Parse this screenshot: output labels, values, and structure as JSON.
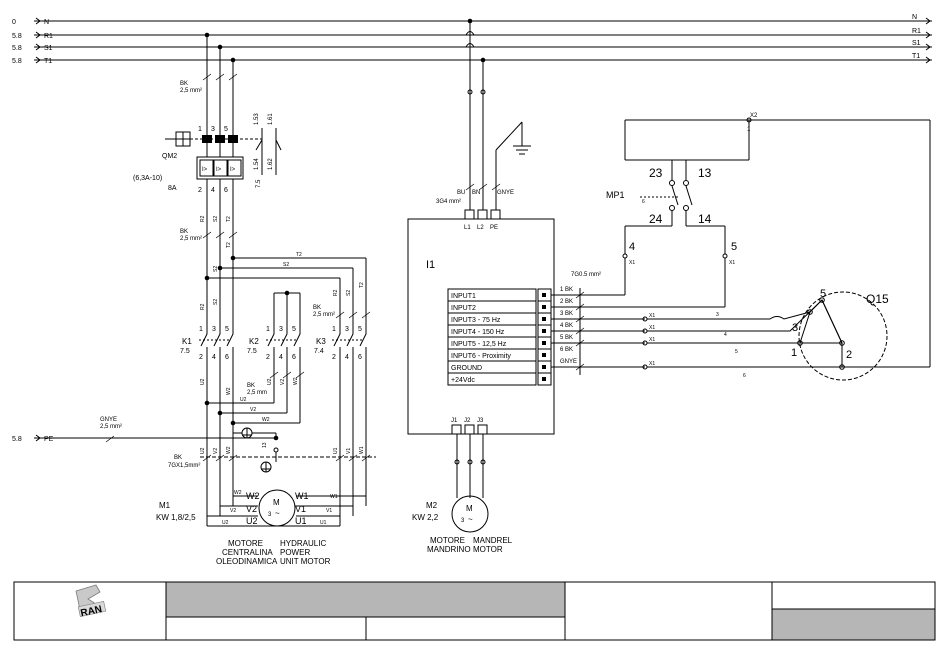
{
  "supply": {
    "left": [
      {
        "ref": "0",
        "name": "N"
      },
      {
        "ref": "5.8",
        "name": "R1"
      },
      {
        "ref": "5.8",
        "name": "S1"
      },
      {
        "ref": "5.8",
        "name": "T1"
      }
    ],
    "right": [
      "N",
      "R1",
      "S1",
      "T1"
    ]
  },
  "cables": {
    "top": [
      "BK",
      "2,5 mm²"
    ],
    "mid": [
      "BK",
      "2,5 mm²"
    ],
    "k2": [
      "BK",
      "2,5 mm²"
    ],
    "k1": [
      "BK",
      "2,5 mm"
    ],
    "motor": [
      "BK",
      "7GX1,5mm²"
    ],
    "pe": [
      "GNYE",
      "2,5 mm²"
    ],
    "drive": "3G4 mm²",
    "control": "7G0.5 mm²"
  },
  "breaker": {
    "name": "QM2",
    "range": "(6,3A-10)",
    "setting": "8A",
    "ref": "7.5",
    "top_terminals": [
      "1",
      "3",
      "5"
    ],
    "bottom_terminals": [
      "2",
      "4",
      "6"
    ],
    "aux_top": [
      "1.53",
      "1.61"
    ],
    "aux_bottom": [
      "1.54",
      "1.62"
    ]
  },
  "wires": {
    "r2": "R2",
    "s2": "S2",
    "t2": "T2",
    "u2": "U2",
    "v2": "V2",
    "w2": "W2",
    "u1": "U1",
    "v1": "V1",
    "w1": "W1",
    "ground_terminal": "13"
  },
  "contactors": [
    {
      "name": "K1",
      "ref": "7.5"
    },
    {
      "name": "K2",
      "ref": "7.5"
    },
    {
      "name": "K3",
      "ref": "7.4"
    }
  ],
  "contact_top": [
    "1",
    "3",
    "5"
  ],
  "contact_bottom": [
    "2",
    "4",
    "6"
  ],
  "pe_line": {
    "ref": "5.8",
    "name": "PE"
  },
  "motor1": {
    "name": "M1",
    "rating": "KW 1,8/2,5",
    "symbol": "M",
    "phase": "3",
    "terminals": [
      "W2",
      "W1",
      "V2",
      "V1",
      "U2",
      "U1"
    ],
    "caption_it": [
      "MOTORE",
      "CENTRALINA",
      "OLEODINAMICA"
    ],
    "caption_en": [
      "HYDRAULIC",
      "POWER",
      "UNIT MOTOR"
    ]
  },
  "drive": {
    "name": "I1",
    "supply_colors": [
      "BU",
      "BN",
      "GNYE"
    ],
    "supply_terminals": [
      "L1",
      "L2",
      "PE"
    ],
    "inputs": [
      "INPUT1",
      "INPUT2",
      "INPUT3 - 75 Hz",
      "INPUT4 - 150 Hz",
      "INPUT5 - 12,5 Hz",
      "INPUT6 - Proximity",
      "GROUND",
      "+24Vdc"
    ],
    "wire_labels": [
      "1 BK",
      "2 BK",
      "3 BK",
      "4 BK",
      "5 BK",
      "6 BK",
      "GNYE"
    ],
    "output_terminals": [
      "J1",
      "J2",
      "J3"
    ]
  },
  "motor2": {
    "name": "M2",
    "rating": "KW 2,2",
    "symbol": "M",
    "phase": "3",
    "caption_it": [
      "MOTORE",
      "MANDRINO"
    ],
    "caption_en": [
      "MANDREL",
      "MOTOR"
    ]
  },
  "selector": {
    "name": "MP1",
    "contacts": [
      "23",
      "13",
      "24",
      "14"
    ],
    "small": "6"
  },
  "terminals": {
    "x2": "X2",
    "x1": "X1",
    "x2_number": "1",
    "out_numbers": [
      "4",
      "5"
    ],
    "bus_numbers": [
      "3",
      "4",
      "5",
      "6"
    ]
  },
  "rotary": {
    "name": "Q15",
    "positions": [
      "5",
      "3",
      "1",
      "2"
    ]
  },
  "title_block": {
    "logo": "RAN"
  }
}
